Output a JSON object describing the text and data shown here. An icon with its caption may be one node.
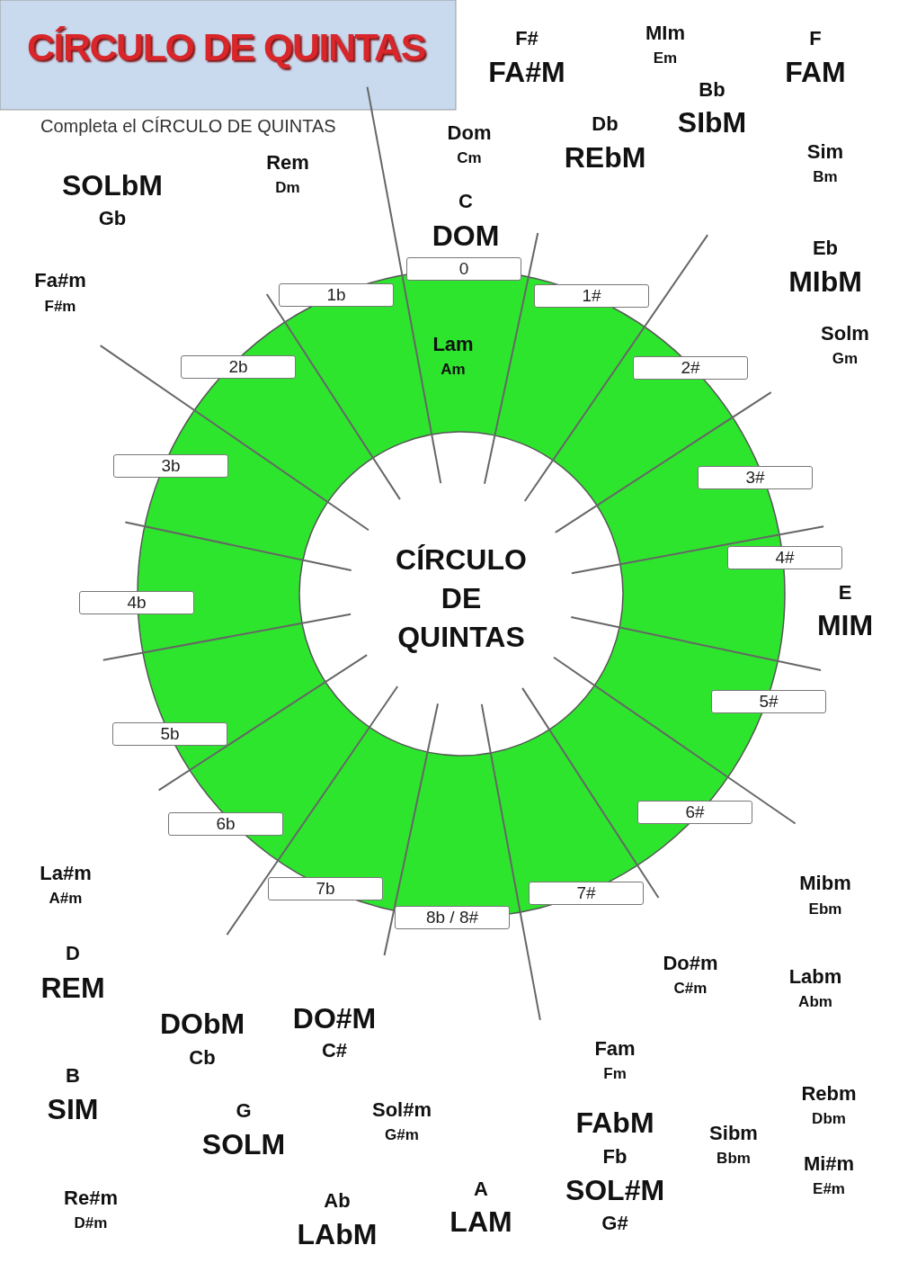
{
  "diagram": {
    "title": "CÍRCULO DE QUINTAS",
    "nodes": [
      {
        "text": [
          "CÍRCULO DE QUINTAS"
        ]
      }
    ],
    "labels": [
      "F#",
      "MIm",
      "F",
      "Em",
      "FA#M",
      "FAM",
      "Bb",
      "Completa el CÍRCULO DE QUINTAS",
      "Db",
      "SIbM",
      "Dom",
      "Sim",
      "Rem",
      "Cm",
      "REbM",
      "Bm",
      "SOLbM",
      "Dm",
      "C",
      "Gb",
      "DOM",
      "Eb",
      "0",
      "Fa#m",
      "MIbM",
      "1b",
      "1#",
      "F#m",
      "Solm",
      "Lam",
      "Gm",
      "2b",
      "Am",
      "2#",
      "3b",
      "3#",
      "4#",
      "E",
      "4b",
      "MIM",
      "5#",
      "5b",
      "6#",
      "6b",
      "La#m",
      "Mibm",
      "A#m",
      "7b",
      "7#",
      "8b / 8#",
      "Ebm",
      "D",
      "Do#m",
      "Labm",
      "REM",
      "C#m",
      "Abm",
      "DObM",
      "DO#M",
      "Cb",
      "C#",
      "Fam",
      "B",
      "Fm",
      "Rebm",
      "SIM",
      "G",
      "Sol#m",
      "Dbm",
      "FAbM",
      "G#m",
      "Sibm",
      "SOLM",
      "Fb",
      "Bbm",
      "Mi#m",
      "Re#m",
      "A",
      "SOL#M",
      "E#m",
      "Ab",
      "D#m",
      "LAM",
      "G#",
      "LAbM"
    ]
  }
}
